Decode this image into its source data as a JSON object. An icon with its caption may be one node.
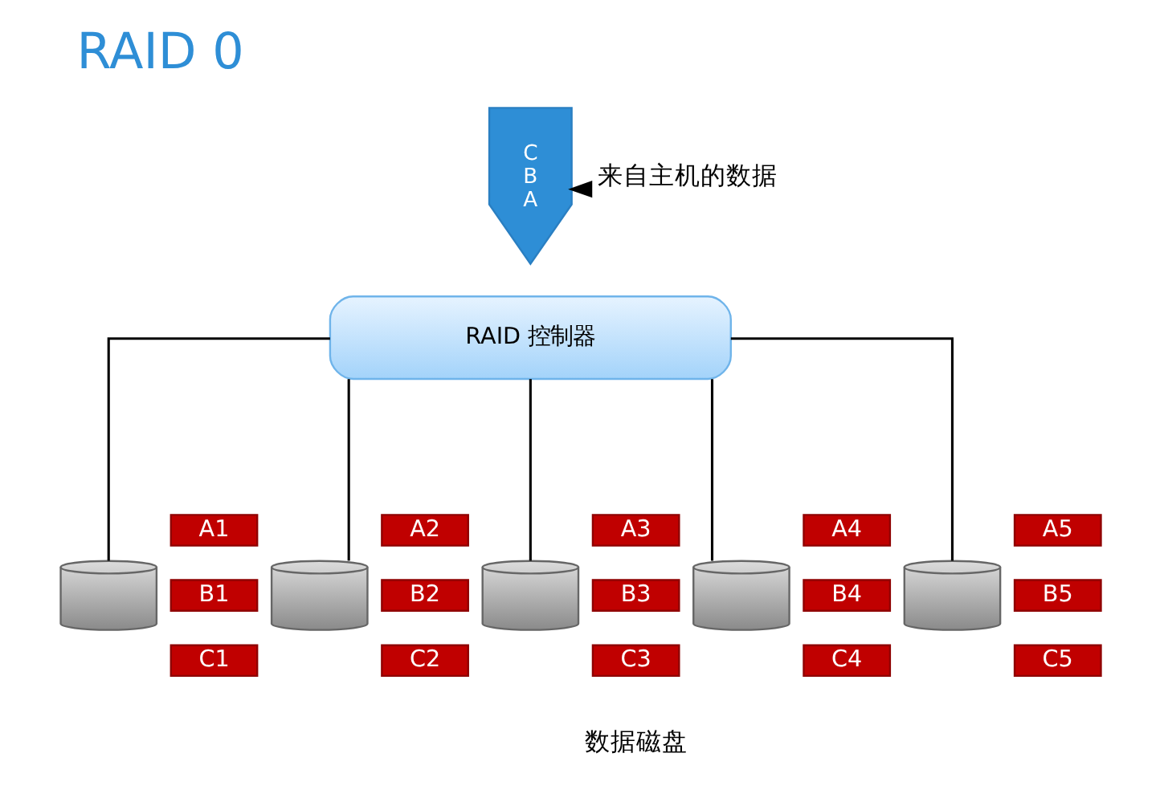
{
  "diagram": {
    "title": "RAID 0",
    "nodes": [
      {
        "text": [
          "C",
          "B",
          "A"
        ]
      },
      {
        "text": [
          "来自主机的数据"
        ]
      },
      {
        "text": [
          "RAID 控制器"
        ]
      },
      {
        "text": [],
        "shape": "cylinder"
      },
      {
        "text": [
          "A1"
        ]
      },
      {
        "text": [
          "B1"
        ]
      },
      {
        "text": [
          "C1"
        ]
      },
      {
        "text": [],
        "shape": "cylinder"
      },
      {
        "text": [
          "A2"
        ]
      },
      {
        "text": [
          "B2"
        ]
      },
      {
        "text": [
          "C2"
        ]
      },
      {
        "text": [],
        "shape": "cylinder"
      },
      {
        "text": [
          "A3"
        ]
      },
      {
        "text": [
          "B3"
        ]
      },
      {
        "text": [
          "C3"
        ]
      },
      {
        "text": [],
        "shape": "cylinder"
      },
      {
        "text": [
          "A4"
        ]
      },
      {
        "text": [
          "B4"
        ]
      },
      {
        "text": [
          "C4"
        ]
      },
      {
        "text": [],
        "shape": "cylinder"
      },
      {
        "text": [
          "A5"
        ]
      },
      {
        "text": [
          "B5"
        ]
      },
      {
        "text": [
          "C5"
        ]
      }
    ],
    "edges": [
      {
        "from": 1,
        "to": 0,
        "arrow": "to"
      },
      {
        "from": 2,
        "to": 3,
        "arrow": "none"
      },
      {
        "from": 2,
        "to": 7,
        "arrow": "none"
      },
      {
        "from": 2,
        "to": 11,
        "arrow": "none"
      },
      {
        "from": 2,
        "to": 15,
        "arrow": "none"
      },
      {
        "from": 2,
        "to": 19,
        "arrow": "none"
      }
    ],
    "labels": [
      "数据磁盘"
    ]
  }
}
